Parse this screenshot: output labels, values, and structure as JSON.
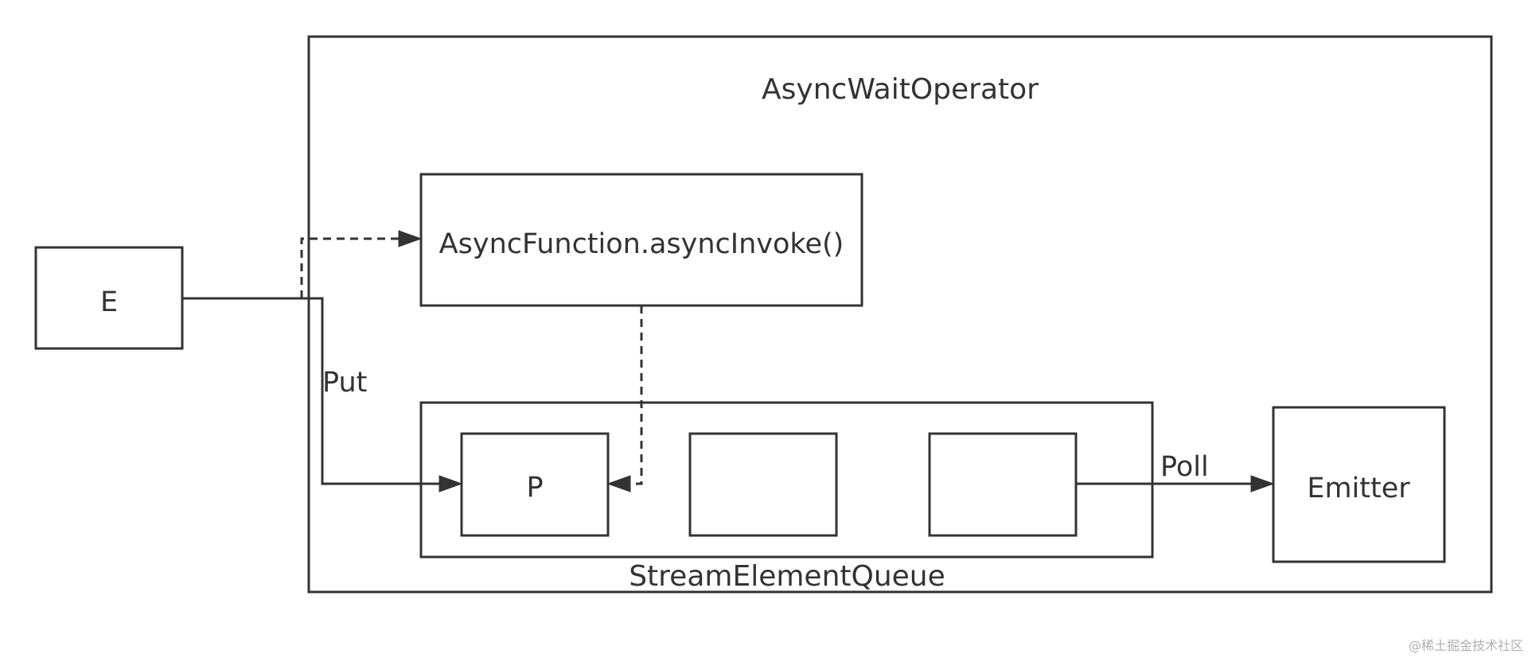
{
  "diagram": {
    "operator_label": "AsyncWaitOperator",
    "function_label": "AsyncFunction.asyncInvoke()",
    "input_label": "E",
    "put_label": "Put",
    "queue_label": "StreamElementQueue",
    "promise_label": "P",
    "slot_2_label": "",
    "slot_3_label": "",
    "poll_label": "Poll",
    "emitter_label": "Emitter"
  },
  "watermark": "@稀土掘金技术社区",
  "colors": {
    "stroke": "#333333",
    "background": "#ffffff",
    "watermark": "#b0b0b0"
  }
}
